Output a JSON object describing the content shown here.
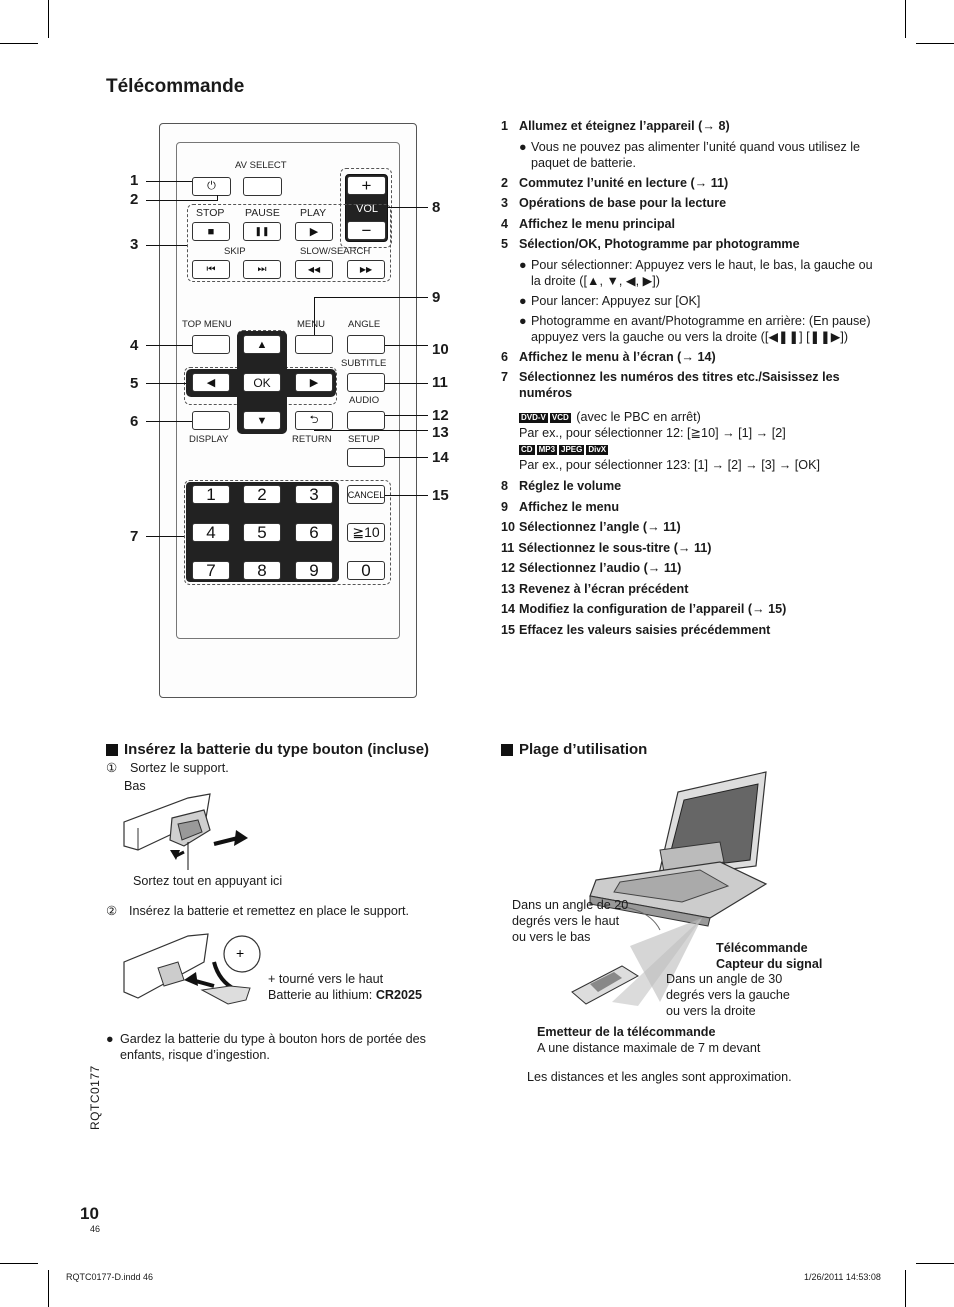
{
  "page_title": "Télécommande",
  "remote": {
    "av_select": "AV SELECT",
    "stop": "STOP",
    "pause": "PAUSE",
    "play": "PLAY",
    "skip": "SKIP",
    "slow_search": "SLOW/SEARCH",
    "vol": "VOL",
    "vol_plus": "+",
    "vol_minus": "−",
    "top_menu": "TOP MENU",
    "menu": "MENU",
    "angle": "ANGLE",
    "subtitle": "SUBTITLE",
    "audio": "AUDIO",
    "display": "DISPLAY",
    "return": "RETURN",
    "setup": "SETUP",
    "cancel": "CANCEL",
    "ok": "OK",
    "numbers": [
      "1",
      "2",
      "3",
      "4",
      "5",
      "6",
      "≧10",
      "7",
      "8",
      "9",
      "0"
    ],
    "stop_glyph": "■",
    "pause_glyph": "❚❚",
    "play_glyph": "▶",
    "prev_glyph": "⏮",
    "next_glyph": "⏭",
    "rew_glyph": "◀◀",
    "ff_glyph": "▶▶",
    "up_glyph": "▲",
    "down_glyph": "▼",
    "left_glyph": "◀",
    "right_glyph": "▶",
    "power_glyph": "⏻",
    "return_glyph": "⮌"
  },
  "callouts": [
    "1",
    "2",
    "3",
    "4",
    "5",
    "6",
    "7",
    "8",
    "9",
    "10",
    "11",
    "12",
    "13",
    "14",
    "15"
  ],
  "instructions": {
    "i1": {
      "num": "1",
      "text": "Allumez et éteignez l’appareil (→ 8)"
    },
    "i1_note": "Vous ne pouvez pas alimenter l’unité quand vous utilisez le paquet de batterie.",
    "i2": {
      "num": "2",
      "text": "Commutez l’unité en lecture (→ 11)"
    },
    "i3": {
      "num": "3",
      "text": "Opérations de base pour la lecture"
    },
    "i4": {
      "num": "4",
      "text": "Affichez le menu principal"
    },
    "i5": {
      "num": "5",
      "text": "Sélection/OK, Photogramme par photogramme"
    },
    "i5_n1": "Pour sélectionner: Appuyez vers le haut, le bas, la gauche ou la droite ([▲, ▼, ◀, ▶])",
    "i5_n2": "Pour lancer: Appuyez sur [OK]",
    "i5_n3": "Photogramme en avant/Photogramme en arrière: (En pause) appuyez vers la gauche ou vers la droite ([◀❚❚] [❚❚▶])",
    "i6": {
      "num": "6",
      "text": "Affichez le menu à l’écran (→ 14)"
    },
    "i7": {
      "num": "7",
      "text": "Sélectionnez les numéros des titres etc./Saisissez les numéros"
    },
    "i7_badges1": [
      "DVD-V",
      "VCD"
    ],
    "i7_l1": "(avec le PBC en arrêt)",
    "i7_l2": "Par ex., pour sélectionner 12: [≧10] → [1] → [2]",
    "i7_badges2": [
      "CD",
      "MP3",
      "JPEG",
      "DivX"
    ],
    "i7_l3": "Par ex., pour sélectionner 123: [1] → [2] → [3] → [OK]",
    "i8": {
      "num": "8",
      "text": "Réglez le volume"
    },
    "i9": {
      "num": "9",
      "text": "Affichez le menu"
    },
    "i10": {
      "num": "10",
      "text": "Sélectionnez  l’angle (→ 11)"
    },
    "i11": {
      "num": "11",
      "text": "Sélectionnez  le sous-titre  (→ 11)"
    },
    "i12": {
      "num": "12",
      "text": "Sélectionnez l’audio (→ 11)"
    },
    "i13": {
      "num": "13",
      "text": "Revenez à l’écran précédent"
    },
    "i14": {
      "num": "14",
      "text": "Modifiez la configuration de l’appareil (→ 15)"
    },
    "i15": {
      "num": "15",
      "text": "Effacez les valeurs saisies précédemment"
    }
  },
  "battery": {
    "title": "Insérez la batterie du type bouton (incluse)",
    "step1_num": "①",
    "step1": "Sortez le support.",
    "bas": "Bas",
    "press": "Sortez tout en appuyant ici",
    "step2_num": "②",
    "step2": "Insérez la batterie et remettez en place le support.",
    "plus_note": "+ tourné vers le haut",
    "lithium": "Batterie au lithium: ",
    "lithium_model": "CR2025",
    "warning": "Gardez la batterie du type à bouton hors de portée des enfants, risque d’ingestion."
  },
  "range": {
    "title": "Plage d’utilisation",
    "angle_vertical": "Dans un angle de 20 degrés vers le haut ou vers le bas",
    "sensor_title": "Télécommande",
    "sensor_sub": "Capteur du signal",
    "angle_horizontal": "Dans un angle de 30 degrés vers la gauche ou vers la droite",
    "emitter_title": "Emetteur de la télécommande",
    "emitter_sub": "A une distance maximale de 7 m devant",
    "approx": "Les distances et les angles sont approximation."
  },
  "footer": {
    "model": "RQTC0177",
    "page": "10",
    "page_small": "46",
    "file": "RQTC0177-D.indd   46",
    "date": "1/26/2011   14:53:08"
  }
}
